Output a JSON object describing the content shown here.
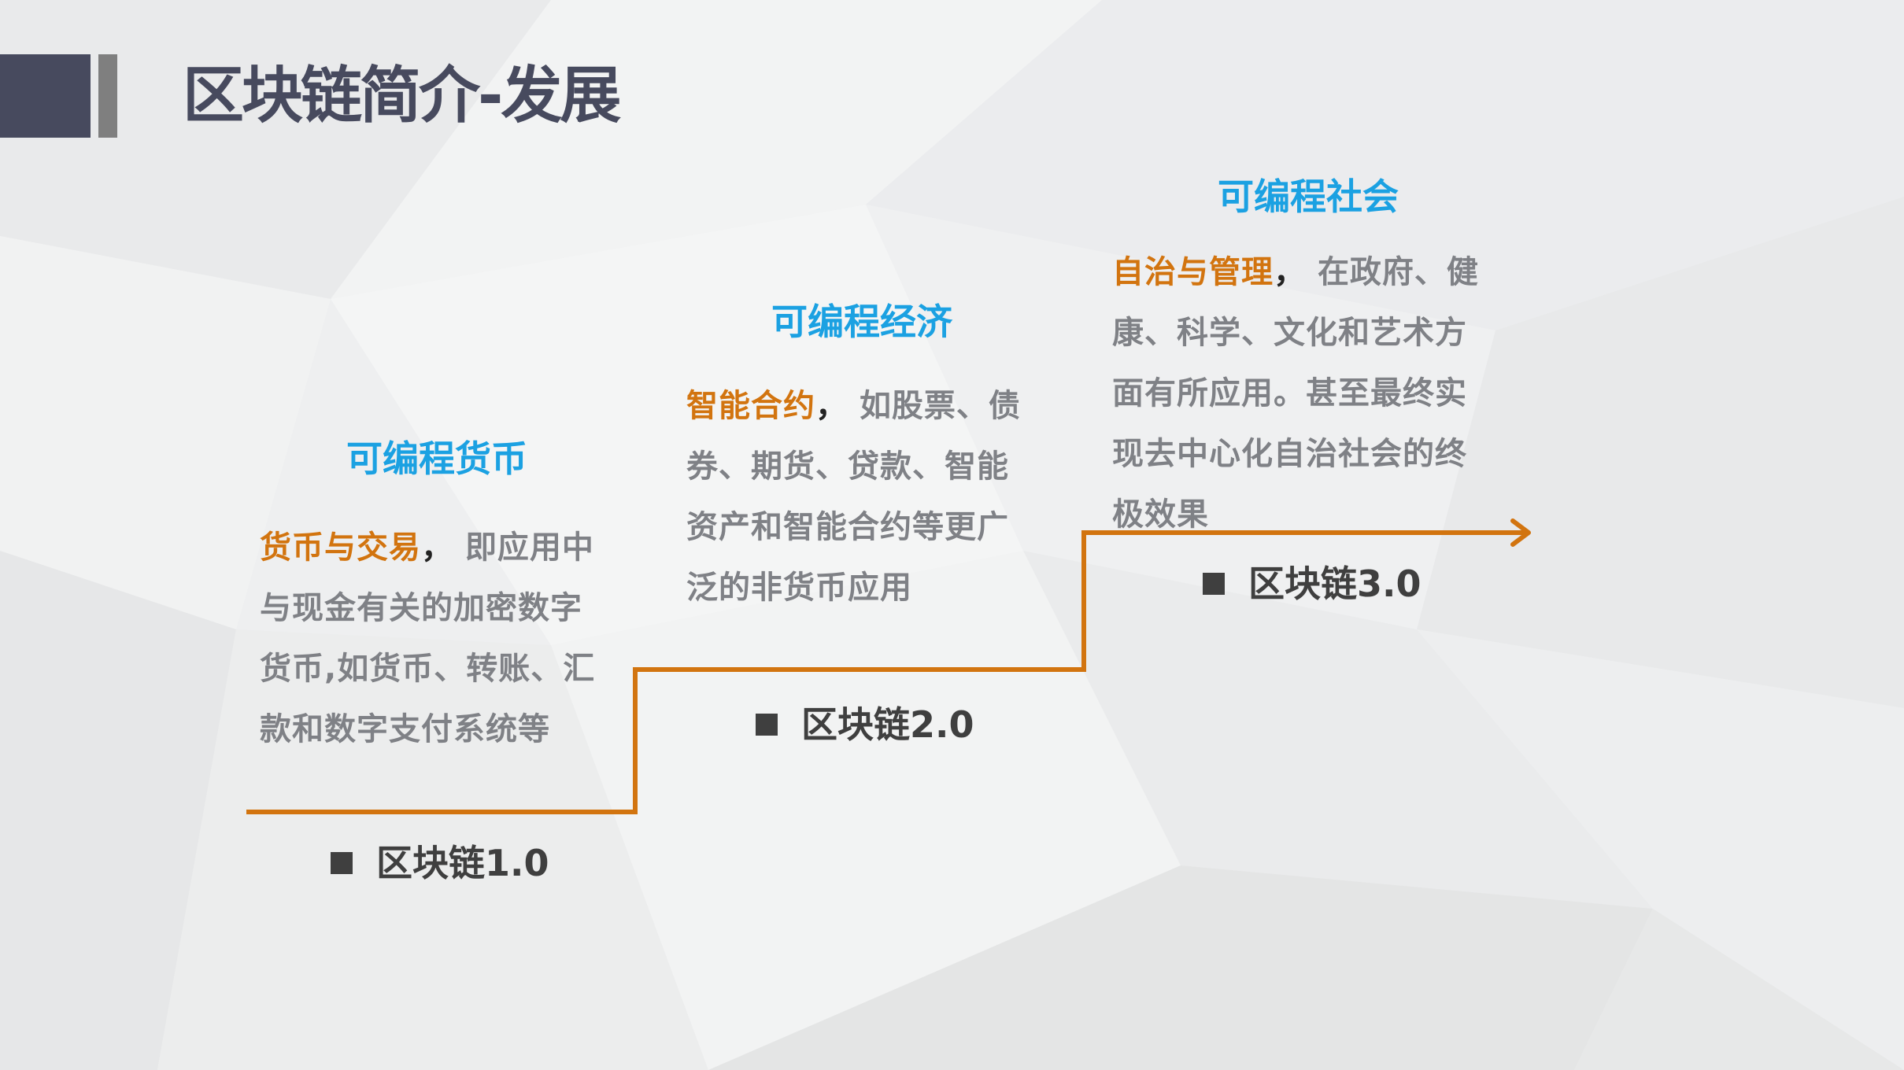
{
  "slide": {
    "title": "区块链简介-发展",
    "colors": {
      "title": "#474a5e",
      "heading": "#1ba1e2",
      "highlight": "#d2740f",
      "body": "#7f8186",
      "label": "#3f3f3f",
      "step_line": "#d2740f"
    }
  },
  "stages": [
    {
      "heading": "可编程货币",
      "highlight": "货币与交易",
      "comma": "，",
      "lines": [
        "即应用中",
        "与现金有关的加密数字",
        "货币,如货币、转账、汇",
        "款和数字支付系统等"
      ],
      "label": "区块链1.0"
    },
    {
      "heading": "可编程经济",
      "highlight": "智能合约",
      "comma": "，",
      "lines": [
        "如股票、债",
        "券、期货、贷款、智能",
        "资产和智能合约等更广",
        "泛的非货币应用"
      ],
      "label": "区块链2.0"
    },
    {
      "heading": "可编程社会",
      "highlight": "自治与管理",
      "comma": "，",
      "lines": [
        "在政府、健",
        "康、科学、文化和艺术方",
        "面有所应用。甚至最终实",
        "现去中心化自治社会的终",
        "极效果"
      ],
      "label": "区块链3.0"
    }
  ]
}
